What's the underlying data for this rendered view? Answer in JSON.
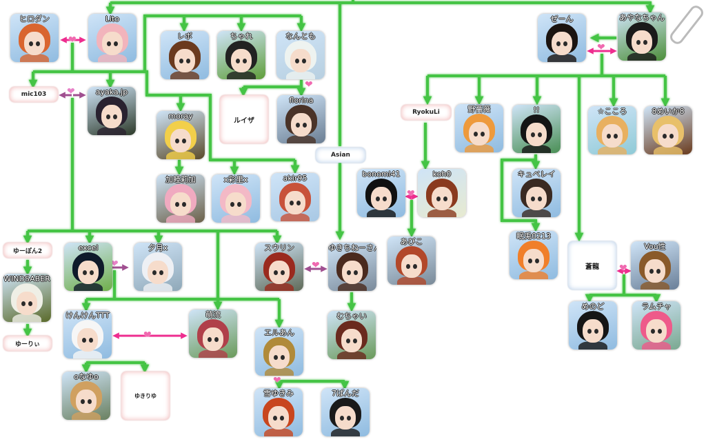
{
  "colors": {
    "line": "#44c444",
    "couple": "#ee2d8f",
    "couple_alt": "#a04f90"
  },
  "nodes": [
    {
      "label": "ヒロダン",
      "bg": "#8fbbe0",
      "hair": "#d9652f"
    },
    {
      "label": "Lito",
      "bg": "#8fbbe0",
      "hair": "#f2b4bc"
    },
    {
      "label": "レボ",
      "bg": "#8fbbe0",
      "hair": "#6b3a1e"
    },
    {
      "label": "ちゃれ",
      "bg": "#5f9e3a",
      "hair": "#222222"
    },
    {
      "label": "なんとも",
      "bg": "#b7cfe0",
      "hair": "#eef3f0"
    },
    {
      "label": "mic103"
    },
    {
      "label": "ayaka.jp",
      "bg": "#2d3a2a",
      "hair": "#2a2230"
    },
    {
      "label": "ルイザ"
    },
    {
      "label": "florina",
      "bg": "#6a7d92",
      "hair": "#4a3328"
    },
    {
      "label": "moray",
      "bg": "#5a4a2a",
      "hair": "#f2cf4a"
    },
    {
      "label": "加睦莉加",
      "bg": "#6b6048",
      "hair": "#f0aac0"
    },
    {
      "label": "x彩里x",
      "bg": "#8fbbe0",
      "hair": "#f3b9c6"
    },
    {
      "label": "akir95",
      "bg": "#a8c8e4",
      "hair": "#c8523a"
    },
    {
      "label": "Asian"
    },
    {
      "label": "ぜーん",
      "bg": "#8fbbe0",
      "hair": "#1b1410"
    },
    {
      "label": "あやなちゃん",
      "bg": "#4d8f3a",
      "hair": "#1a1a1a"
    },
    {
      "label": "RyokuLi"
    },
    {
      "label": "野薔薇",
      "bg": "#8fbbe0",
      "hair": "#ee9a3c"
    },
    {
      "label": "!!",
      "bg": "#4a8f55",
      "hair": "#151515"
    },
    {
      "label": "☆こころ",
      "bg": "#8fcad6",
      "hair": "#e8b060"
    },
    {
      "label": "8めいか8",
      "bg": "#6a3b1e",
      "hair": "#e8c06a"
    },
    {
      "label": "bonomi41",
      "bg": "#8fbbe0",
      "hair": "#111111"
    },
    {
      "label": "koh0",
      "bg": "#e7ead0",
      "hair": "#8a3a1e"
    },
    {
      "label": "キュベレイ",
      "bg": "#8fbbe0",
      "hair": "#3a2a22"
    },
    {
      "label": "あびこ",
      "bg": "#7a8a98",
      "hair": "#b2482a"
    },
    {
      "label": "眠兎0213",
      "bg": "#8fbbe0",
      "hair": "#f07f2a"
    },
    {
      "label": "蒼龍"
    },
    {
      "label": "Vou性",
      "bg": "#6a7f98",
      "hair": "#8a5a2a"
    },
    {
      "label": "めのど",
      "bg": "#8fbbe0",
      "hair": "#151515"
    },
    {
      "label": "ラムチャ",
      "bg": "#7aa890",
      "hair": "#ee5a8a"
    },
    {
      "label": "ゆーぽん2"
    },
    {
      "label": "WINDSABER",
      "bg": "#5a6a2a",
      "hair": "#efefe6"
    },
    {
      "label": "ゆーりぃ"
    },
    {
      "label": "excel",
      "bg": "#6fae4a",
      "hair": "#0f1a2a"
    },
    {
      "label": "夕月x",
      "bg": "#8fa8b8",
      "hair": "#eef0f4"
    },
    {
      "label": "スウリン",
      "bg": "#5f6a58",
      "hair": "#9a2a1e"
    },
    {
      "label": "ゆきちねーさん",
      "bg": "#7a8a9a",
      "hair": "#4a2a1e"
    },
    {
      "label": "けんけんTTT",
      "bg": "#8fbbe0",
      "hair": "#f6f6f6"
    },
    {
      "label": "萌流",
      "bg": "#6a9a5a",
      "hair": "#b0404a"
    },
    {
      "label": "エルあん",
      "bg": "#8fbbe0",
      "hair": "#b08a3a"
    },
    {
      "label": "むちゃい",
      "bg": "#6a9a5a",
      "hair": "#6a2a1e"
    },
    {
      "label": "oなゆo",
      "bg": "#6a8060",
      "hair": "#d0a060"
    },
    {
      "label": "ゆきりゆ"
    },
    {
      "label": "雪ゆきみ",
      "bg": "#8fbbe0",
      "hair": "#c8461e"
    },
    {
      "label": "7ぱんだ",
      "bg": "#8fbbe0",
      "hair": "#1a1a1a"
    }
  ]
}
